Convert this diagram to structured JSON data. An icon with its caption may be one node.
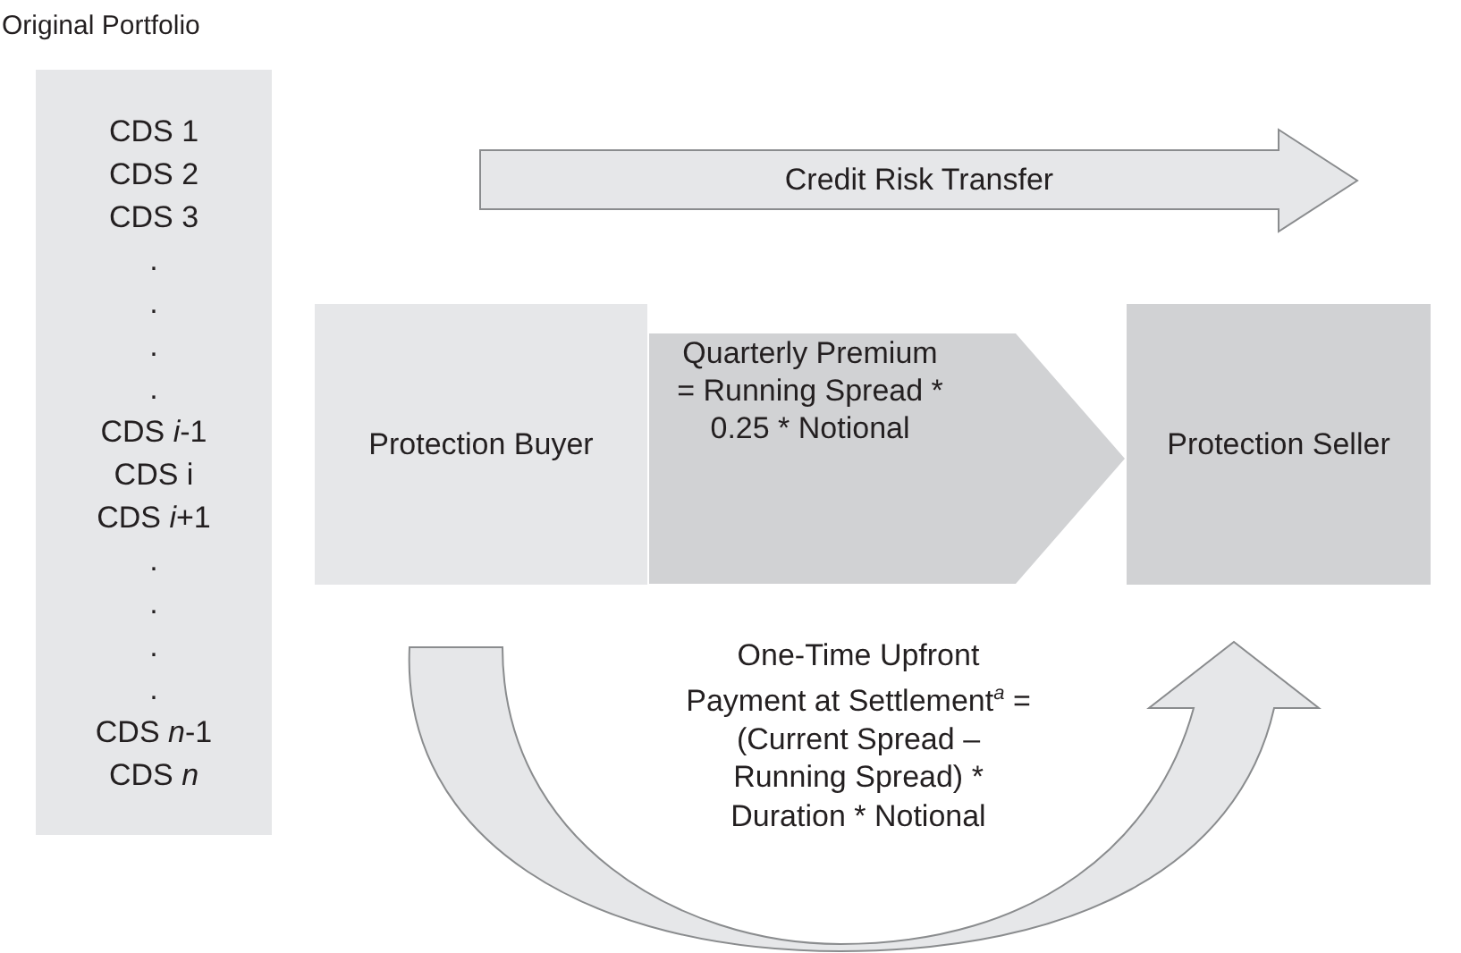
{
  "diagram": {
    "nodes": [
      {
        "text": [
          "Original Portfolio",
          "CDS 1",
          "CDS 2",
          "CDS 3",
          ".",
          ".",
          ".",
          ".",
          "CDS *i*-1",
          "CDS i",
          "CDS *i*+1",
          ".",
          ".",
          ".",
          ".",
          "CDS *n*-1",
          "CDS *n*"
        ]
      },
      {
        "text": [
          "Credit Risk Transfer"
        ]
      },
      {
        "text": [
          "Protection Buyer"
        ]
      },
      {
        "text": [
          "Protection Seller"
        ]
      }
    ],
    "edges": [
      {
        "from": 2,
        "to": 3,
        "arrow": "to",
        "style": "thick",
        "color": "#d1d2d4",
        "label": "Quarterly Premium = Running Spread * 0.25 * Notional"
      },
      {
        "from": 2,
        "to": 3,
        "arrow": "to",
        "style": "thick",
        "label": "One-Time Upfront Payment at Settlement$^{a}$ = (Current Spread – Running Spread) * Duration * Notional"
      }
    ]
  }
}
